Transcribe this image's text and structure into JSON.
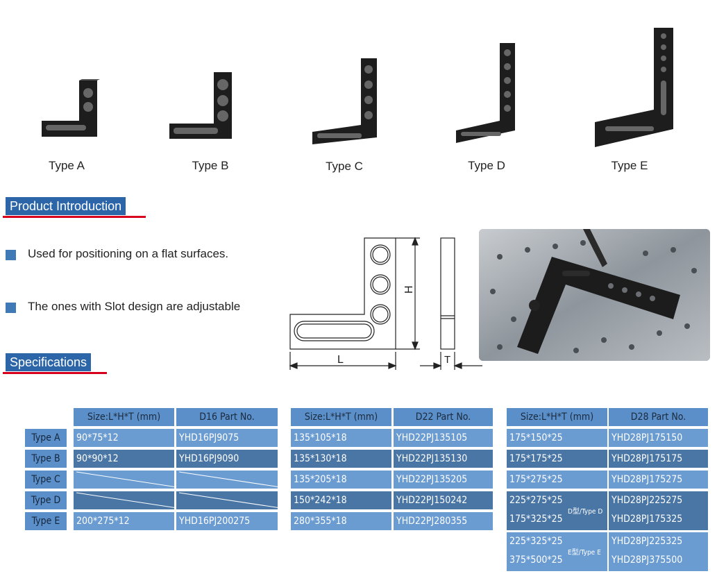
{
  "products": [
    {
      "label": "Type A"
    },
    {
      "label": "Type B"
    },
    {
      "label": "Type C"
    },
    {
      "label": "Type D"
    },
    {
      "label": "Type E"
    }
  ],
  "intro": {
    "heading": "Product Introduction",
    "bullets": [
      "Used for positioning on a flat surfaces.",
      "The ones with Slot design are adjustable"
    ]
  },
  "diagram": {
    "L": "L",
    "H": "H",
    "T": "T"
  },
  "specs": {
    "heading": "Specifications",
    "row_labels": [
      "Type A",
      "Type B",
      "Type C",
      "Type D",
      "Type E"
    ],
    "table16": {
      "h_size": "Size:L*H*T (mm)",
      "h_part": "D16 Part No.",
      "rows": [
        {
          "size": "90*75*12",
          "part": "YHD16PJ9075"
        },
        {
          "size": "90*90*12",
          "part": "YHD16PJ9090"
        },
        {
          "size": "",
          "part": ""
        },
        {
          "size": "",
          "part": ""
        },
        {
          "size": "200*275*12",
          "part": "YHD16PJ200275"
        }
      ]
    },
    "table22": {
      "h_size": "Size:L*H*T (mm)",
      "h_part": "D22 Part No.",
      "rows": [
        {
          "size": "135*105*18",
          "part": "YHD22PJ135105"
        },
        {
          "size": "135*130*18",
          "part": "YHD22PJ135130"
        },
        {
          "size": "135*205*18",
          "part": "YHD22PJ135205"
        },
        {
          "size": "150*242*18",
          "part": "YHD22PJ150242"
        },
        {
          "size": "280*355*18",
          "part": "YHD22PJ280355"
        }
      ]
    },
    "table28": {
      "h_size": "Size:L*H*T (mm)",
      "h_part": "D28 Part No.",
      "rows": [
        {
          "size": "175*150*25",
          "part": "YHD28PJ175150"
        },
        {
          "size": "175*175*25",
          "part": "YHD28PJ175175"
        },
        {
          "size": "175*275*25",
          "part": "YHD28PJ175275"
        }
      ],
      "groupD": {
        "tag": "D型/Type D",
        "sizes": [
          "225*275*25",
          "175*325*25"
        ],
        "parts": [
          "YHD28PJ225275",
          "YHD28PJ175325"
        ]
      },
      "groupE": {
        "tag": "E型/Type E",
        "sizes": [
          "225*325*25",
          "375*500*25"
        ],
        "parts": [
          "YHD28PJ225325",
          "YHD28PJ375500"
        ]
      }
    }
  }
}
